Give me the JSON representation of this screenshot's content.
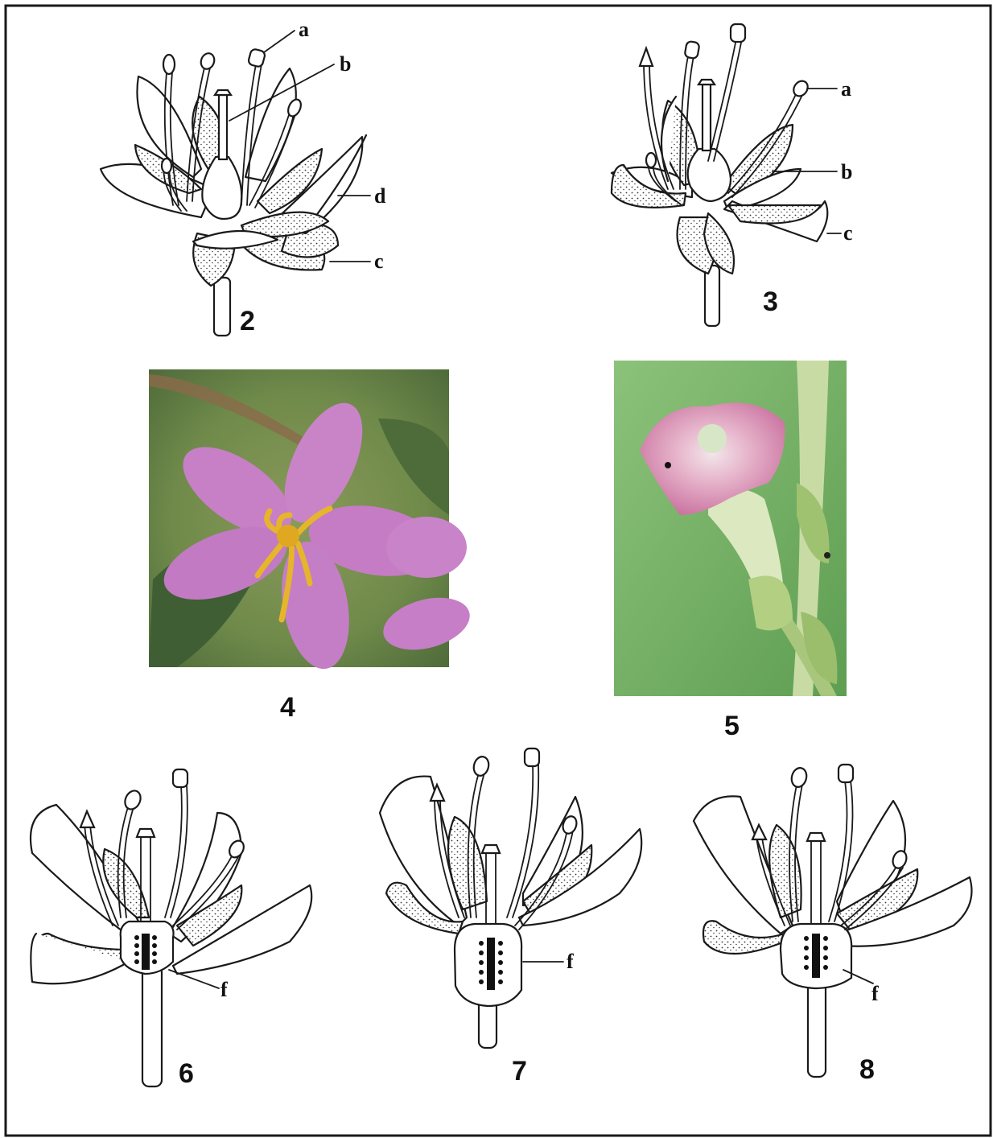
{
  "figures": [
    {
      "number": "2",
      "type": "drawing",
      "labels": [
        "a",
        "b",
        "d",
        "c"
      ]
    },
    {
      "number": "3",
      "type": "drawing",
      "labels": [
        "a",
        "b",
        "c"
      ]
    },
    {
      "number": "4",
      "type": "photograph"
    },
    {
      "number": "5",
      "type": "photograph"
    },
    {
      "number": "6",
      "type": "drawing",
      "labels": [
        "f"
      ]
    },
    {
      "number": "7",
      "type": "drawing",
      "labels": [
        "f"
      ]
    },
    {
      "number": "8",
      "type": "drawing",
      "labels": [
        "f"
      ]
    }
  ],
  "colors": {
    "line": "#1a1a1a",
    "photo4_petal": "#c77fc6",
    "photo4_stamen": "#e6b52a",
    "photo5_corolla": "#d98fb5",
    "photo5_background": "#7fb86a"
  }
}
